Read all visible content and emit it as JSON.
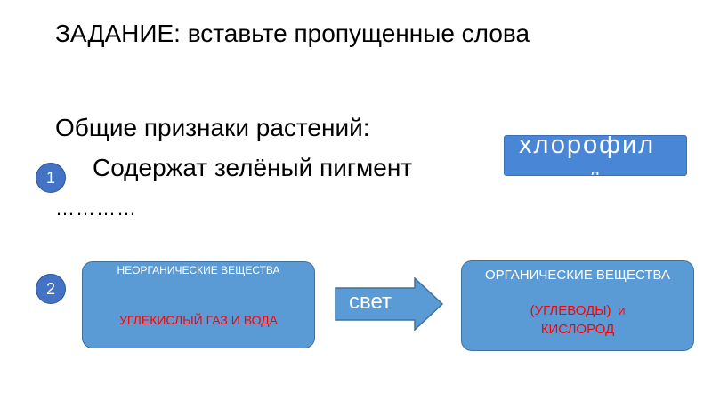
{
  "slide": {
    "title": "ЗАДАНИЕ: вставьте пропущенные слова",
    "subtitle": "Общие признаки растений:",
    "point1_text": "Содержат зелёный пигмент",
    "dots": "…………",
    "badge1": "1",
    "badge2": "2",
    "chlorophyll_main": "хлорофил",
    "chlorophyll_tail": "л",
    "inorganic_title": "НЕОРГАНИЧЕСКИЕ ВЕЩЕСТВА",
    "inorganic_detail": "УГЛЕКИСЛЫЙ ГАЗ И ВОДА",
    "arrow_label": "свет",
    "organic_title": "ОРГАНИЧЕСКИЕ ВЕЩЕСТВА",
    "organic_detail_1": "(УГЛЕВОДЫ)",
    "organic_and": "И",
    "organic_detail_2": "КИСЛОРОД"
  },
  "colors": {
    "box_fill": "#5b9bd5",
    "badge_fill": "#4472c4",
    "chlorophyll_fill": "#4a86d6",
    "red_text": "#ff0000"
  }
}
